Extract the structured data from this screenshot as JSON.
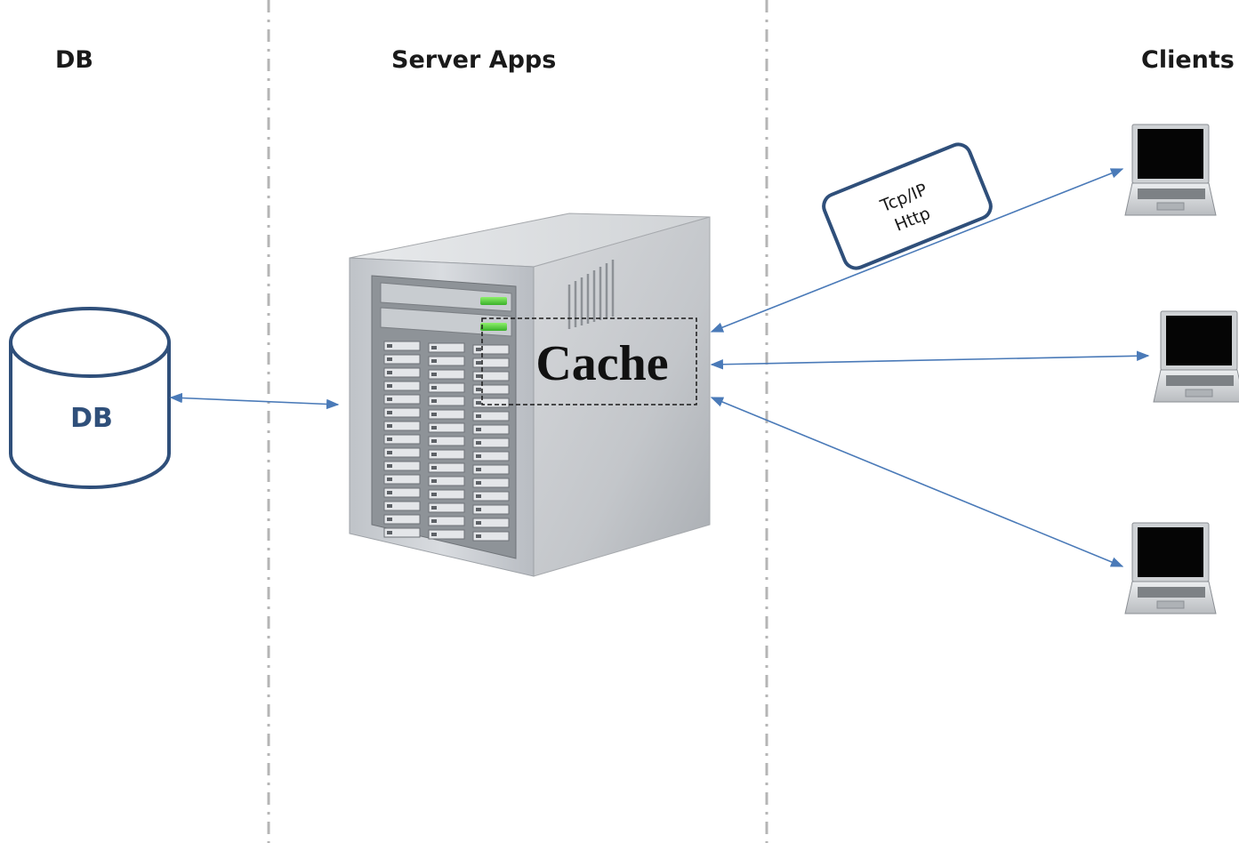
{
  "columns": {
    "db": "DB",
    "server": "Server Apps",
    "clients": "Clients"
  },
  "database": {
    "label": "DB"
  },
  "server": {
    "cache_label": "Cache"
  },
  "protocol": {
    "line1": "Tcp/IP",
    "line2": "Http"
  },
  "colors": {
    "arrow": "#4a7ab8",
    "db_stroke": "#2f4f7a",
    "db_label": "#2f4f7a",
    "protocol_box_stroke": "#2f4f7a",
    "divider": "#b5b5b5"
  }
}
